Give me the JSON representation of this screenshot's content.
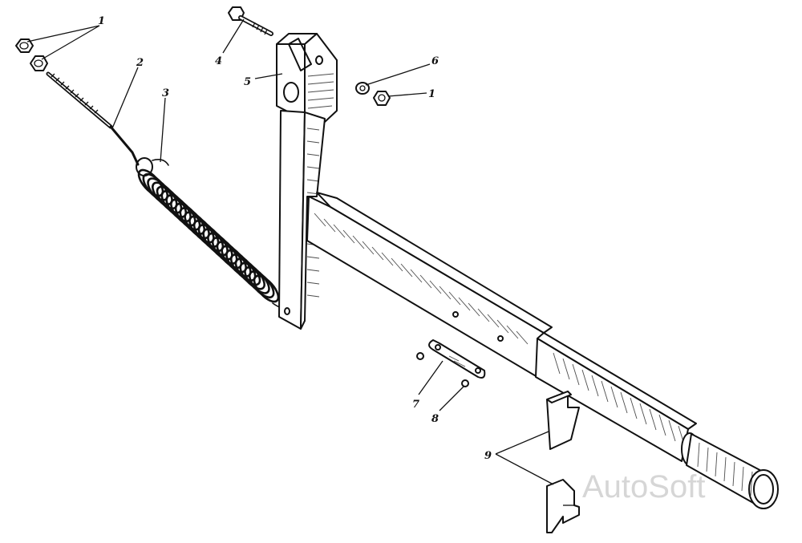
{
  "callouts": {
    "c1a": "1",
    "c1b": "1",
    "c2": "2",
    "c3": "3",
    "c4": "4",
    "c5": "5",
    "c6": "6",
    "c7": "7",
    "c8": "8",
    "c9": "9"
  },
  "watermark": "AutoSoft"
}
